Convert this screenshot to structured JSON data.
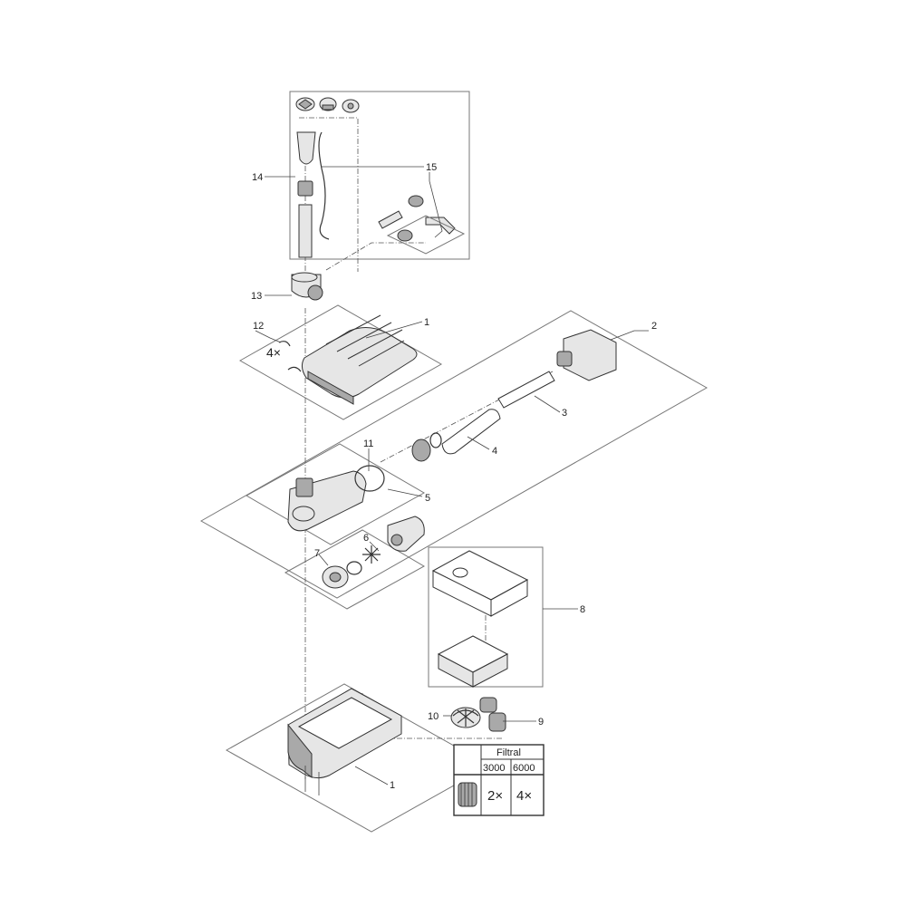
{
  "callouts": {
    "c1_top": "1",
    "c1_bottom": "1",
    "c2": "2",
    "c3": "3",
    "c4": "4",
    "c5": "5",
    "c6": "6",
    "c7": "7",
    "c8": "8",
    "c9": "9",
    "c10": "10",
    "c11": "11",
    "c12": "12",
    "c13": "13",
    "c14": "14",
    "c15": "15"
  },
  "quantity_12": "4×",
  "table": {
    "header": "Filtral",
    "col1": "3000",
    "col2": "6000",
    "val1": "2×",
    "val2": "4×"
  },
  "colors": {
    "line": "#333333",
    "part_fill": "#e6e6e6",
    "part_dark": "#a9a9a9"
  }
}
